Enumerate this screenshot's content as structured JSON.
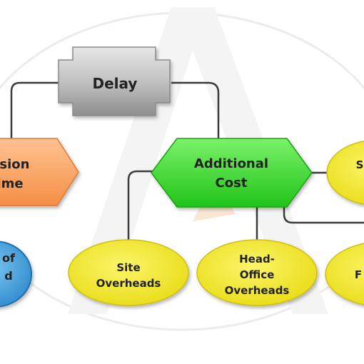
{
  "diagram": {
    "delay": {
      "label": "Delay"
    },
    "extension_of_time": {
      "line1": "nsion",
      "line2": "ime"
    },
    "additional_cost": {
      "line1": "Additional",
      "line2": "Cost"
    },
    "blue_ellipse": {
      "line1": "of",
      "line2": "d"
    },
    "site_overheads": {
      "line1": "Site",
      "line2": "Overheads"
    },
    "head_office_overheads": {
      "line1": "Head-",
      "line2": "Office",
      "line3": "Overheads"
    },
    "right_ellipse_top": {
      "label": "S"
    },
    "right_ellipse_bottom": {
      "label": "F"
    }
  },
  "colors": {
    "delay_fill": "#c8c8c8",
    "extension_fill": "#f9a86a",
    "cost_fill": "#4ddc3c",
    "ellipse_yellow": "#f4ec24",
    "ellipse_blue": "#3a9ad9",
    "connector": "#3a3a3a"
  }
}
